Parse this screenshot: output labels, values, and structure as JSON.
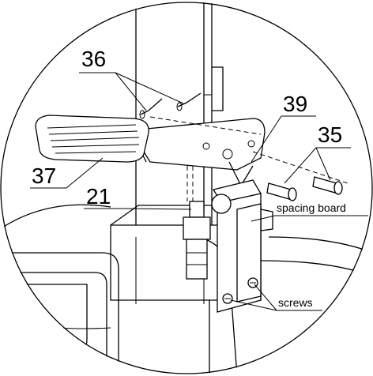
{
  "callouts": {
    "part_36": "36",
    "part_37": "37",
    "part_39": "39",
    "part_35": "35",
    "part_21": "21",
    "spacing_board": "spacing board",
    "screws": "screws"
  }
}
